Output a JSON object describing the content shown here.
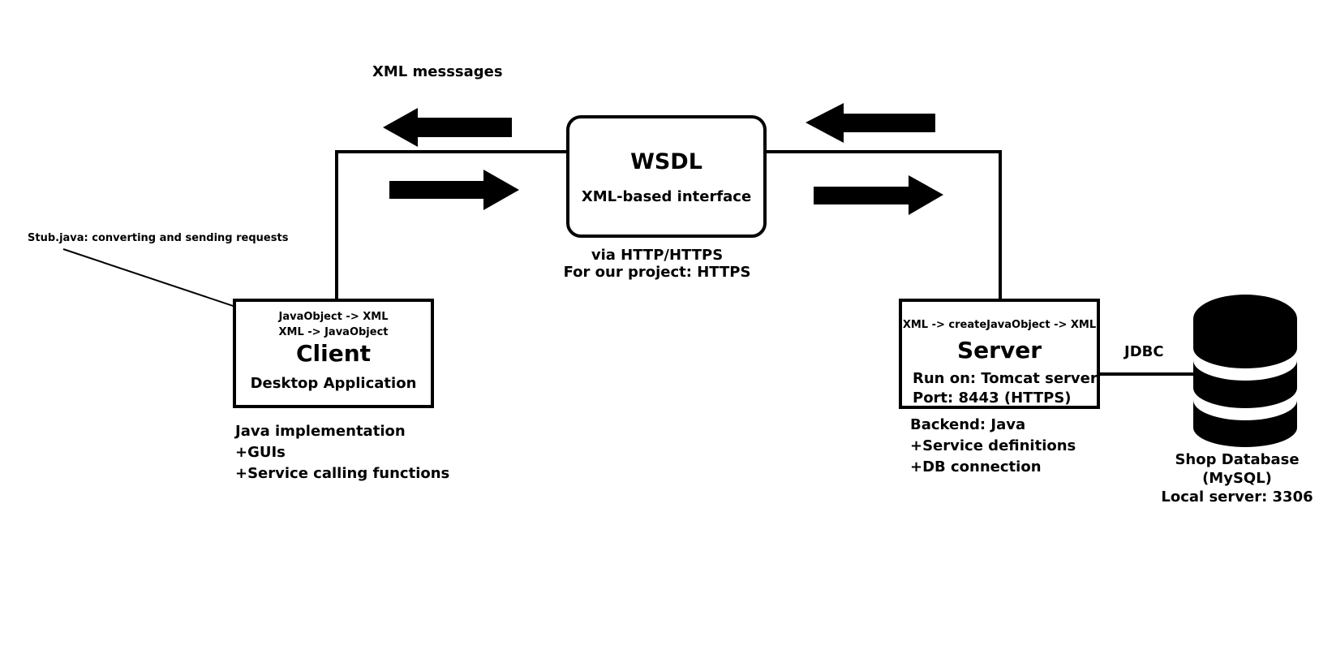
{
  "messages_label": "XML messsages",
  "wsdl": {
    "title": "WSDL",
    "subtitle": "XML-based interface",
    "transport_line1": "via HTTP/HTTPS",
    "transport_line2": "For our project: HTTPS"
  },
  "stub_note": "Stub.java: converting and sending requests",
  "client": {
    "conversion_line1": "JavaObject -> XML",
    "conversion_line2": "XML -> JavaObject",
    "title": "Client",
    "subtitle": "Desktop Application",
    "details": [
      "Java implementation",
      "+GUIs",
      "+Service calling functions"
    ]
  },
  "server": {
    "conversion": "XML -> createJavaObject -> XML",
    "title": "Server",
    "run_on": "Run on: Tomcat server",
    "port": "Port: 8443 (HTTPS)",
    "details": [
      "Backend: Java",
      "+Service definitions",
      "+DB connection"
    ]
  },
  "jdbc_label": "JDBC",
  "database": {
    "icon": "database-icon",
    "label_line1": "Shop Database",
    "label_line2": "(MySQL)",
    "label_line3": "Local server: 3306"
  },
  "colors": {
    "ink": "#000000",
    "background": "#ffffff"
  }
}
